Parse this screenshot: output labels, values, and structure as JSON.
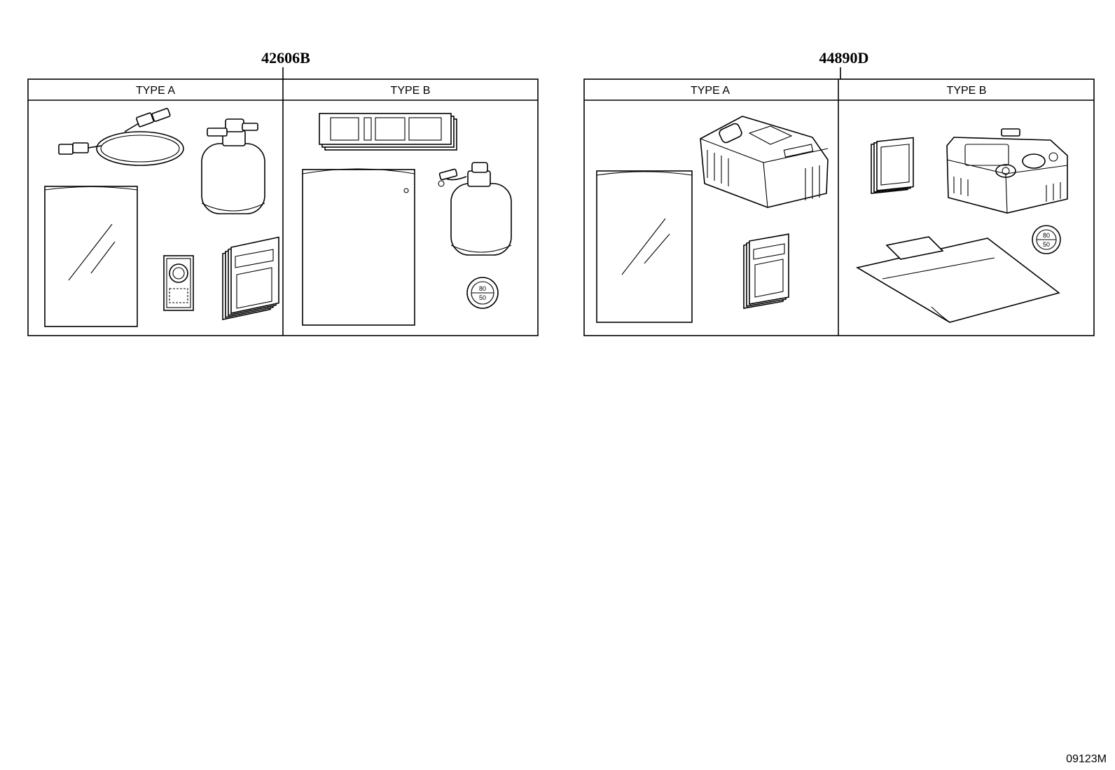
{
  "groups": [
    {
      "part_number": "42606B",
      "types": [
        "TYPE A",
        "TYPE B"
      ]
    },
    {
      "part_number": "44890D",
      "types": [
        "TYPE A",
        "TYPE B"
      ]
    }
  ],
  "gauge_labels": {
    "top": "80",
    "bottom": "50"
  },
  "drawing_ref": "09123M",
  "icons": {
    "g1_typeA": [
      "hose-icon",
      "sealant-bottle-icon",
      "storage-bag-icon",
      "gauge-sticker-card-icon",
      "instruction-booklet-icon"
    ],
    "g1_typeB": [
      "warning-label-strip-icon",
      "storage-bag-icon",
      "sealant-bottle-icon",
      "speed-sticker-icon"
    ],
    "g2_typeA": [
      "air-compressor-icon",
      "storage-bag-icon",
      "instruction-booklet-icon"
    ],
    "g2_typeB": [
      "label-cards-icon",
      "air-compressor-icon",
      "speed-sticker-icon",
      "zip-bag-icon"
    ]
  }
}
